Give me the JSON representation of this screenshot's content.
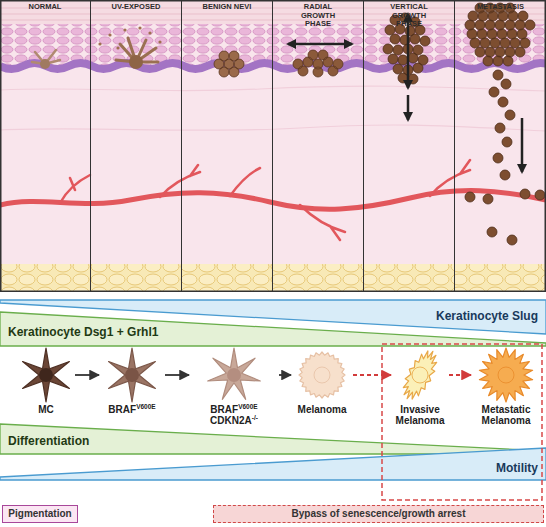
{
  "diagram": {
    "nodes": [
      {
        "text": [
          "NORMAL"
        ]
      },
      {
        "text": [
          "UV-EXPOSED"
        ]
      },
      {
        "text": [
          "BENIGN NEVI"
        ]
      },
      {
        "text": [
          "RADIAL GROWTH PHASE"
        ]
      },
      {
        "text": [
          "VERTICAL GROWTH PHASE"
        ]
      },
      {
        "text": [
          "METASTASIS"
        ]
      },
      {
        "text": [
          "Keratinocyte Slug"
        ]
      },
      {
        "text": [
          "Keratinocyte Dsg1 + Grhl1"
        ]
      },
      {
        "text": [
          "MC"
        ]
      },
      {
        "text": [
          "BRAF",
          "V600E"
        ]
      },
      {
        "text": [
          "BRAF",
          "V600E",
          "CDKN2A",
          "-/-"
        ]
      },
      {
        "text": [
          "Melanoma"
        ]
      },
      {
        "text": [
          "Invasive Melanoma"
        ]
      },
      {
        "text": [
          "Metastatic Melanoma"
        ]
      },
      {
        "text": [
          "Differentiation"
        ]
      },
      {
        "text": [
          "Motility"
        ]
      },
      {
        "text": [
          "Pigmentation"
        ]
      },
      {
        "text": [
          "Bypass of senescence/growth arrest"
        ]
      }
    ],
    "edges": [
      {
        "from": 8,
        "to": 9,
        "arrow": "to"
      },
      {
        "from": 9,
        "to": 10,
        "arrow": "to"
      },
      {
        "from": 10,
        "to": 11,
        "arrow": "to"
      },
      {
        "from": 11,
        "to": 12,
        "arrow": "to"
      },
      {
        "from": 12,
        "to": 13,
        "arrow": "to"
      }
    ]
  }
}
